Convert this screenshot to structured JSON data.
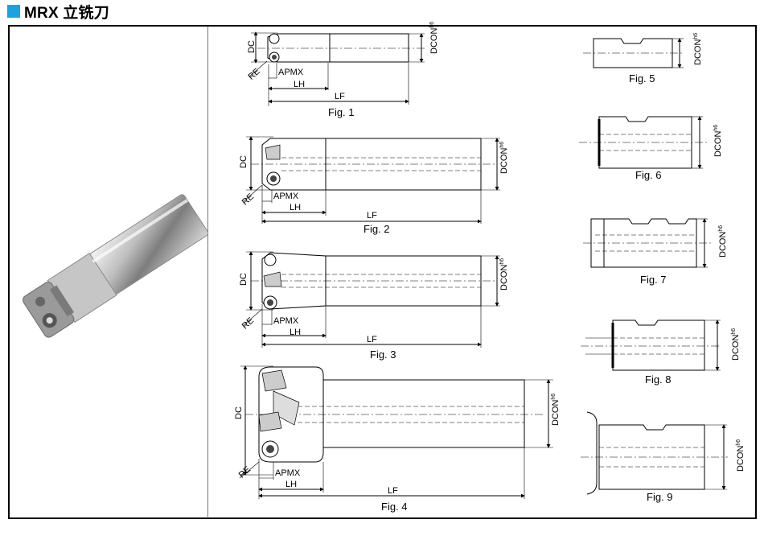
{
  "header": {
    "title": "MRX 立铣刀",
    "accent_color": "#1aa3e0"
  },
  "product_image": {
    "subject": "end-mill-photo"
  },
  "labels": {
    "dc": "DC",
    "re": "RE",
    "apmx": "APMX",
    "lh": "LH",
    "lf": "LF",
    "dcon": "DCON",
    "dcon_tol": "h6"
  },
  "figures": {
    "fig1": "Fig. 1",
    "fig2": "Fig. 2",
    "fig3": "Fig. 3",
    "fig4": "Fig. 4",
    "fig5": "Fig. 5",
    "fig6": "Fig. 6",
    "fig7": "Fig. 7",
    "fig8": "Fig. 8",
    "fig9": "Fig. 9"
  }
}
